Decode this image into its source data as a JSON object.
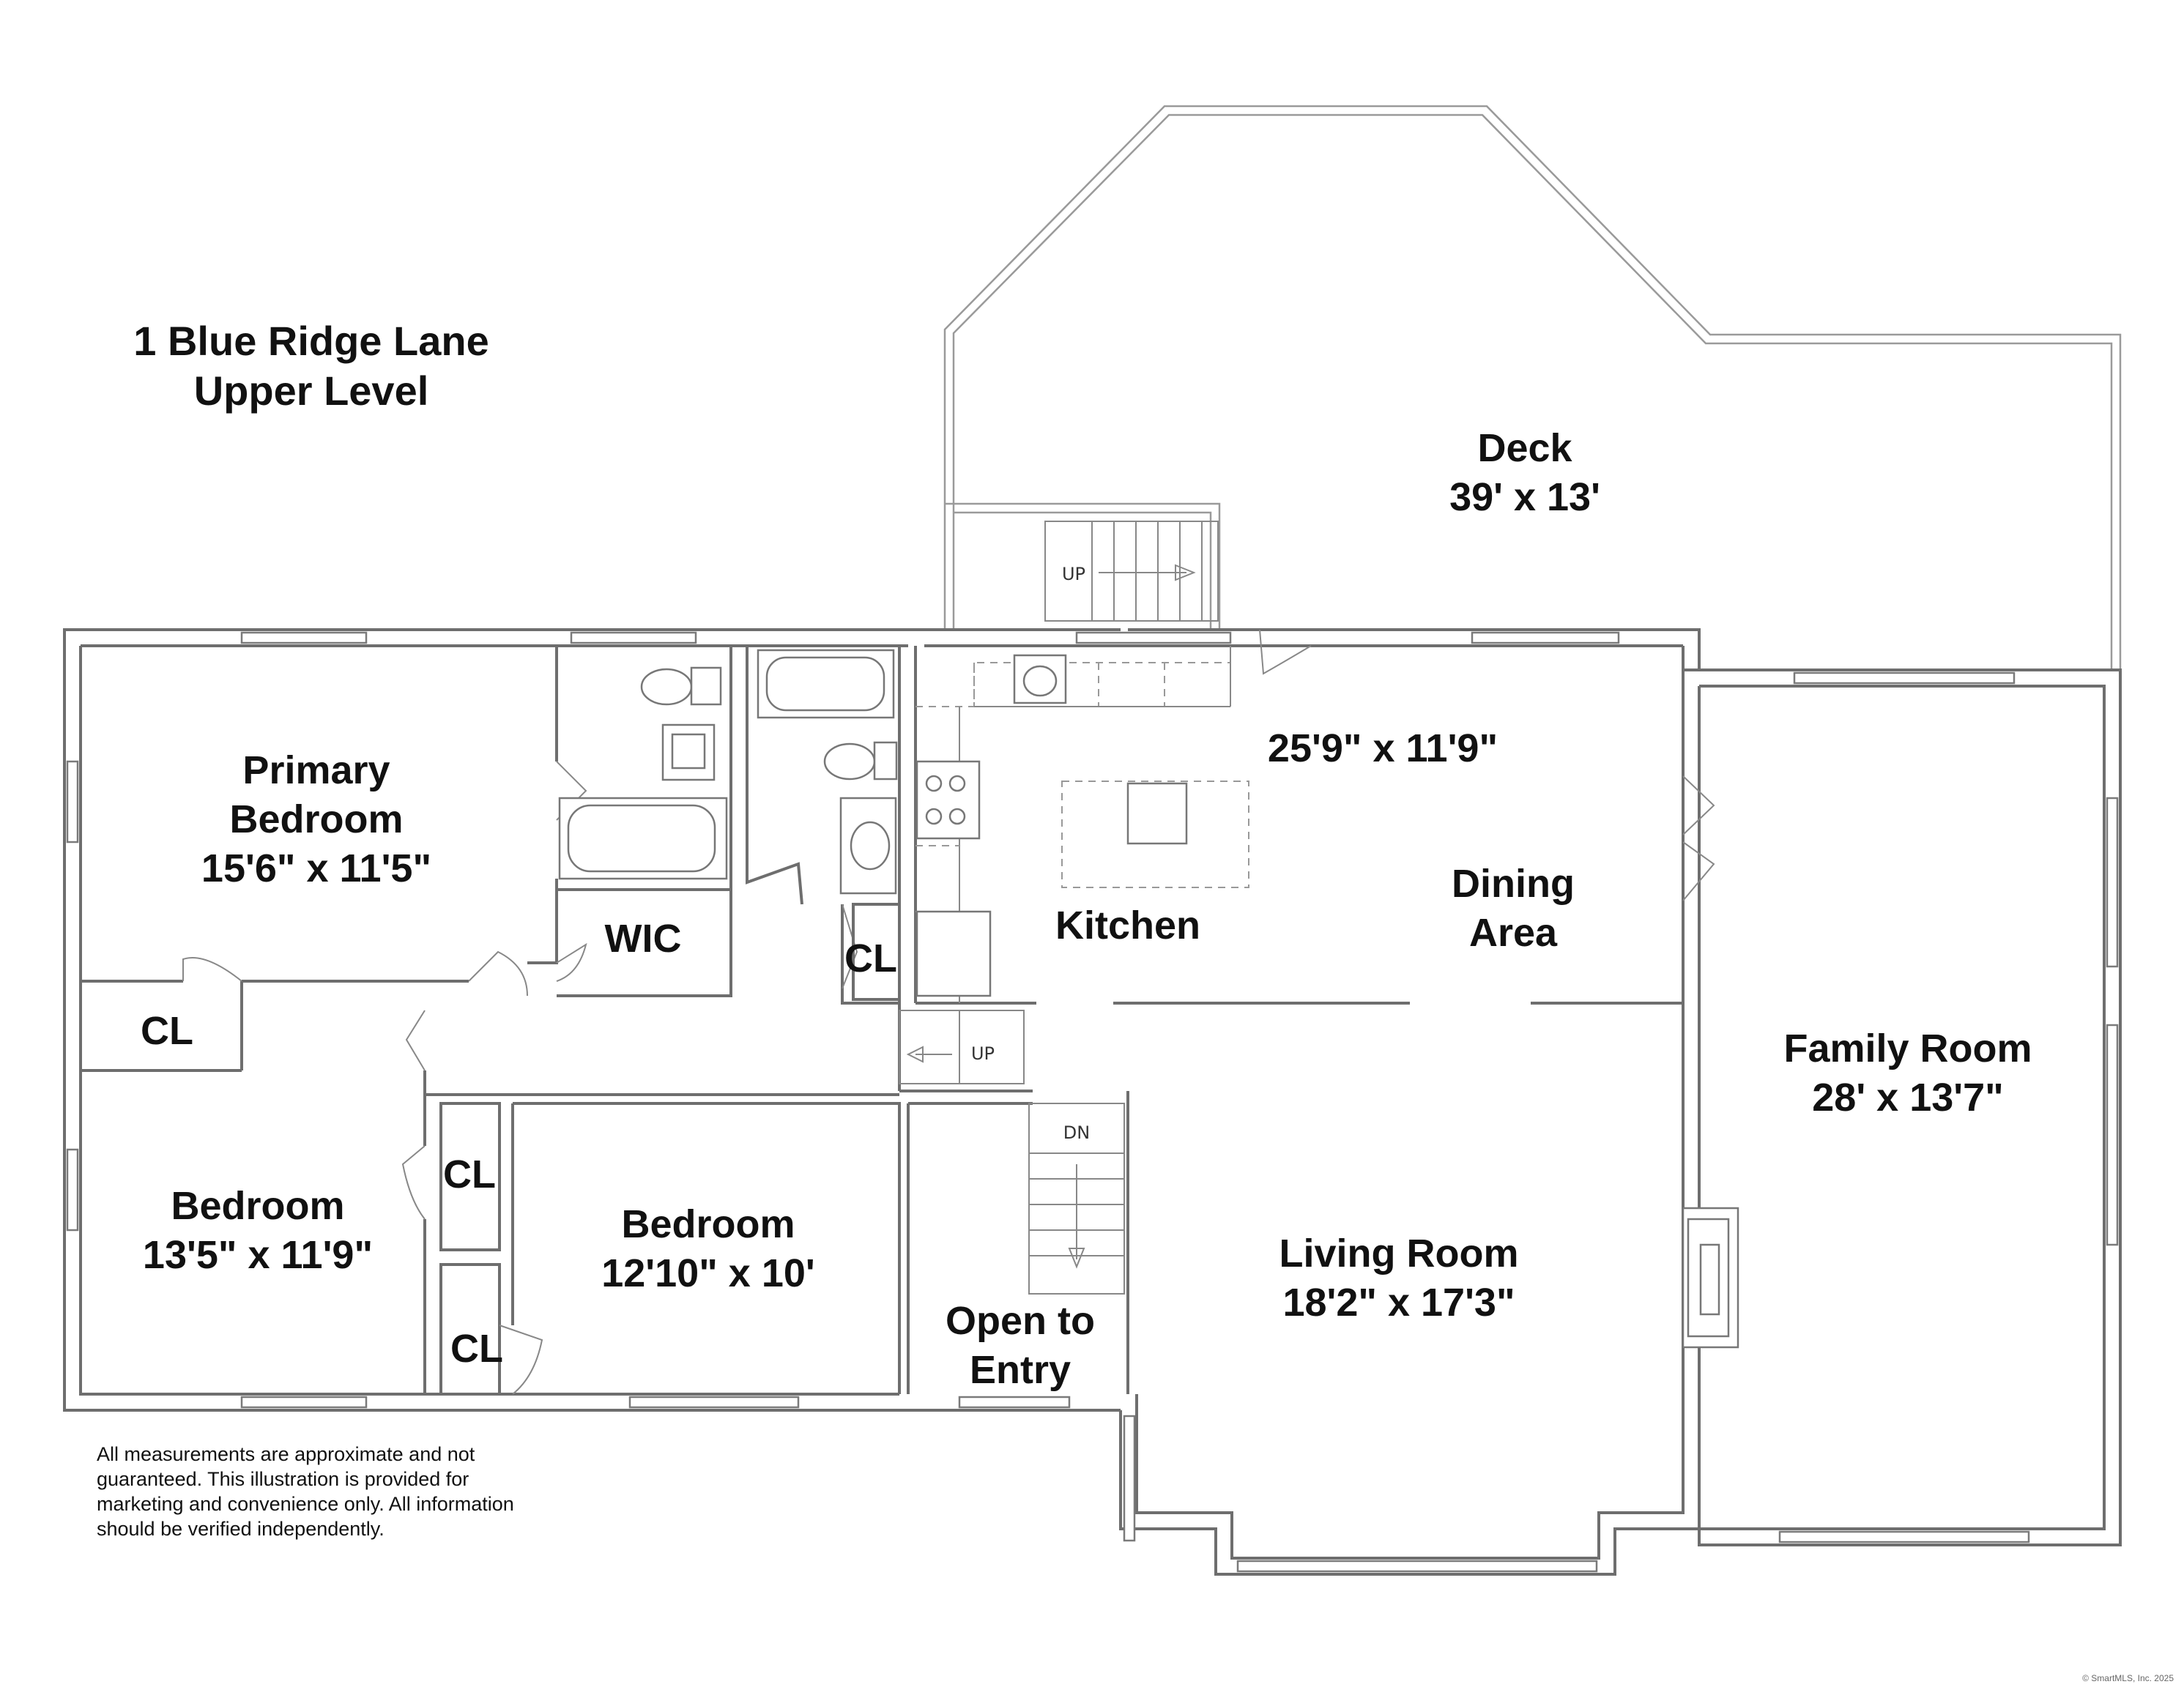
{
  "title": {
    "line1": "1 Blue Ridge Lane",
    "line2": "Upper Level"
  },
  "rooms": {
    "deck": {
      "name": "Deck",
      "dims": "39' x 13'"
    },
    "primary_bedroom": {
      "name_line1": "Primary",
      "name_line2": "Bedroom",
      "dims": "15'6\" x 11'5\""
    },
    "wic": {
      "name": "WIC"
    },
    "closet_primary": {
      "name": "CL"
    },
    "closet_hall": {
      "name": "CL"
    },
    "closet_bed2_upper": {
      "name": "CL"
    },
    "closet_bed2_lower": {
      "name": "CL"
    },
    "bedroom_left": {
      "name": "Bedroom",
      "dims": "13'5\" x 11'9\""
    },
    "bedroom_center": {
      "name": "Bedroom",
      "dims": "12'10\" x 10'"
    },
    "kitchen": {
      "name": "Kitchen"
    },
    "dining": {
      "name_line1": "Dining",
      "name_line2": "Area"
    },
    "kitchen_dining_dims": "25'9\" x 11'9\"",
    "family_room": {
      "name": "Family Room",
      "dims": "28' x 13'7\""
    },
    "living_room": {
      "name": "Living Room",
      "dims": "18'2\" x 17'3\""
    },
    "open_to_entry": {
      "line1": "Open to",
      "line2": "Entry"
    }
  },
  "stairs": {
    "deck_up": "UP",
    "hall_up": "UP",
    "entry_down": "DN"
  },
  "disclaimer": [
    "All measurements are approximate and not",
    "guaranteed. This illustration is provided for",
    "marketing and convenience only. All information",
    "should be verified independently."
  ],
  "copyright": "© SmartMLS, Inc. 2025"
}
